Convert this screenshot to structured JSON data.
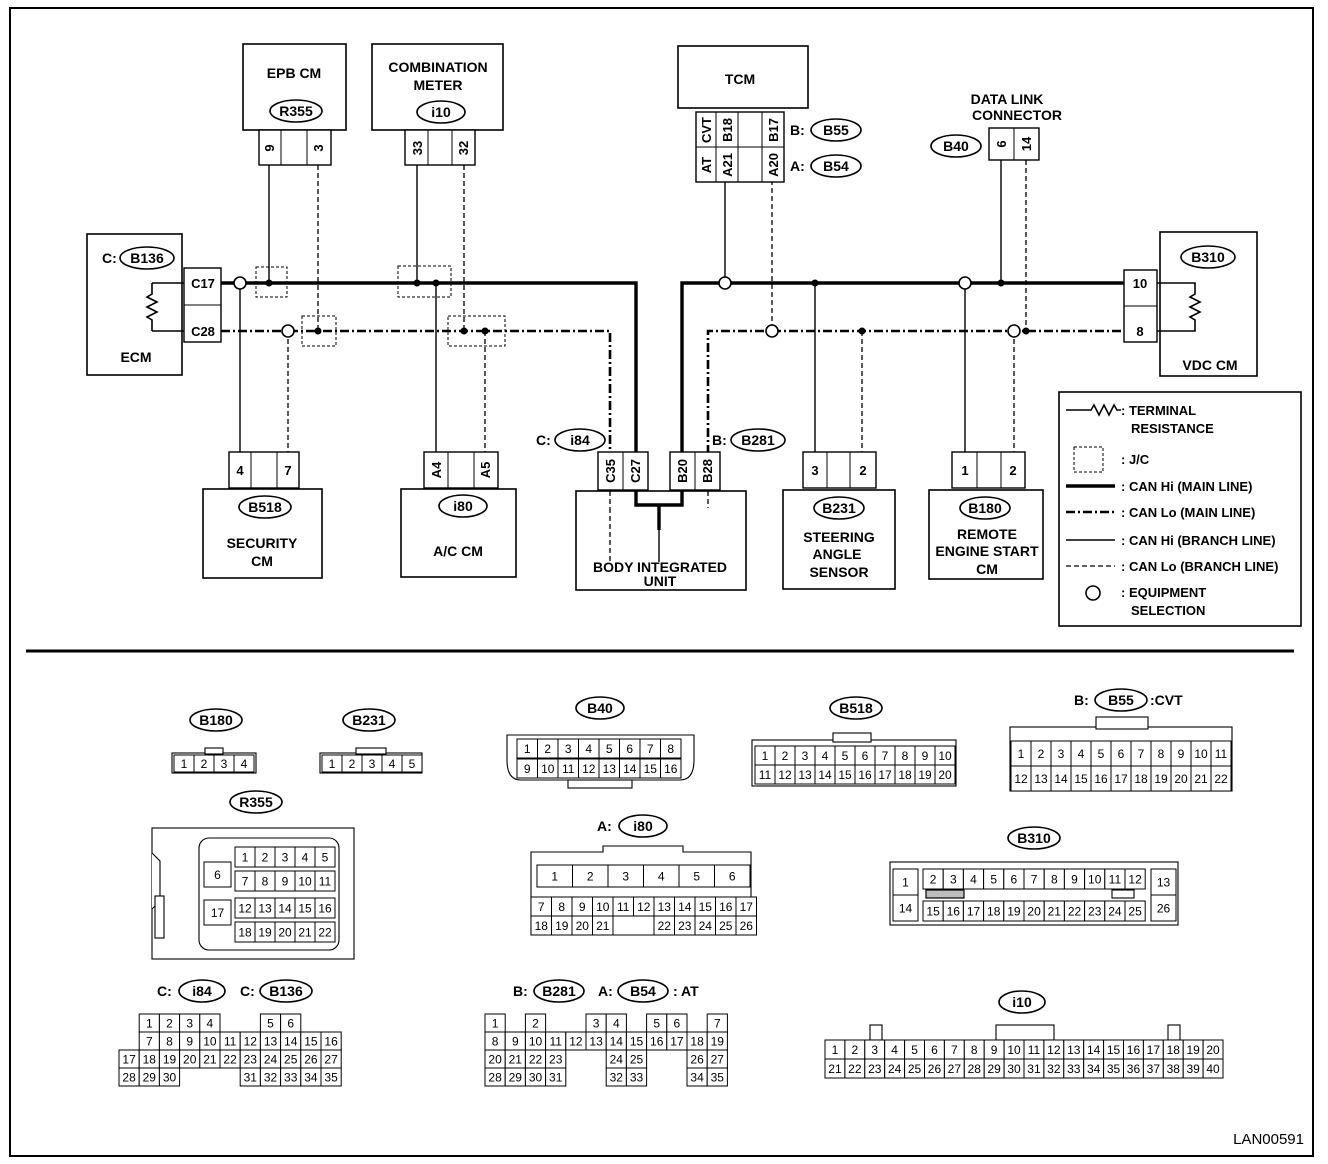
{
  "upper": {
    "epb": {
      "name": "EPB CM",
      "conn": "R355",
      "pins": [
        "9",
        "3"
      ]
    },
    "meter": {
      "name1": "COMBINATION",
      "name2": "METER",
      "conn": "i10",
      "pins": [
        "33",
        "32"
      ]
    },
    "tcm": {
      "name": "TCM",
      "row_top": [
        "CVT",
        "B18",
        "B17"
      ],
      "row_bot": [
        "AT",
        "A21",
        "A20"
      ],
      "connB_prefix": "B:",
      "connB": "B55",
      "connA_prefix": "A:",
      "connA": "B54"
    },
    "dlc": {
      "name1": "DATA LINK",
      "name2": "CONNECTOR",
      "conn": "B40",
      "pins": [
        "6",
        "14"
      ]
    },
    "ecm": {
      "prefix": "C:",
      "conn": "B136",
      "name": "ECM",
      "pins": [
        "C17",
        "C28"
      ]
    },
    "vdc": {
      "conn": "B310",
      "name": "VDC CM",
      "pins": [
        "10",
        "8"
      ]
    },
    "security": {
      "conn": "B518",
      "name1": "SECURITY",
      "name2": "CM",
      "pins": [
        "4",
        "7"
      ]
    },
    "ac": {
      "conn": "i80",
      "name": "A/C CM",
      "pins": [
        "A4",
        "A5"
      ]
    },
    "biu": {
      "prefixC": "C:",
      "connC": "i84",
      "prefixB": "B:",
      "connB": "B281",
      "name1": "BODY INTEGRATED",
      "name2": "UNIT",
      "pins": [
        "C35",
        "C27",
        "B20",
        "B28"
      ]
    },
    "steer": {
      "conn": "B231",
      "name1": "STEERING",
      "name2": "ANGLE",
      "name3": "SENSOR",
      "pins": [
        "3",
        "2"
      ]
    },
    "remote": {
      "conn": "B180",
      "name1": "REMOTE",
      "name2": "ENGINE START",
      "name3": "CM",
      "pins": [
        "1",
        "2"
      ]
    }
  },
  "legend": {
    "terminal1": ": TERMINAL",
    "terminal2": "RESISTANCE",
    "jc": ": J/C",
    "canhi_main": ": CAN Hi (MAIN LINE)",
    "canlo_main": ": CAN Lo (MAIN LINE)",
    "canhi_branch": ": CAN Hi (BRANCH LINE)",
    "canlo_branch": ": CAN Lo (BRANCH LINE)",
    "equip1": ": EQUIPMENT",
    "equip2": "SELECTION"
  },
  "faces": {
    "b180": {
      "label": "B180",
      "cells": [
        "1",
        "2",
        "3",
        "4"
      ]
    },
    "b231": {
      "label": "B231",
      "cells": [
        "1",
        "2",
        "3",
        "4",
        "5"
      ]
    },
    "b40": {
      "label": "B40",
      "row1": [
        "1",
        "2",
        "3",
        "4",
        "5",
        "6",
        "7",
        "8"
      ],
      "row2": [
        "9",
        "10",
        "11",
        "12",
        "13",
        "14",
        "15",
        "16"
      ]
    },
    "b518": {
      "label": "B518",
      "row1": [
        "1",
        "2",
        "3",
        "4",
        "5",
        "6",
        "7",
        "8",
        "9",
        "10"
      ],
      "row2": [
        "11",
        "12",
        "13",
        "14",
        "15",
        "16",
        "17",
        "18",
        "19",
        "20"
      ]
    },
    "b55": {
      "prefix": "B:",
      "label": "B55",
      "suffix": ":CVT",
      "row1": [
        "1",
        "2",
        "3",
        "4",
        "5",
        "6",
        "7",
        "8",
        "9",
        "10",
        "11"
      ],
      "row2": [
        "12",
        "13",
        "14",
        "15",
        "16",
        "17",
        "18",
        "19",
        "20",
        "21",
        "22"
      ]
    },
    "r355": {
      "label": "R355",
      "side": [
        "6",
        "17"
      ],
      "row1": [
        "1",
        "2",
        "3",
        "4",
        "5"
      ],
      "row2": [
        "7",
        "8",
        "9",
        "10",
        "11"
      ],
      "row3": [
        "12",
        "13",
        "14",
        "15",
        "16"
      ],
      "row4": [
        "18",
        "19",
        "20",
        "21",
        "22"
      ]
    },
    "i80": {
      "prefix": "A:",
      "label": "i80",
      "row1": [
        "1",
        "2",
        "3",
        "4",
        "5",
        "6"
      ],
      "row2": [
        "7",
        "8",
        "9",
        "10",
        "11",
        "12",
        "13",
        "14",
        "15",
        "16",
        "17"
      ],
      "row3": [
        "18",
        "19",
        "20",
        "21",
        "22",
        "23",
        "24",
        "25",
        "26"
      ]
    },
    "b310": {
      "label": "B310",
      "left": [
        "1",
        "14"
      ],
      "right": [
        "13",
        "26"
      ],
      "row1": [
        "2",
        "3",
        "4",
        "5",
        "6",
        "7",
        "8",
        "9",
        "10",
        "11",
        "12"
      ],
      "row2": [
        "15",
        "16",
        "17",
        "18",
        "19",
        "20",
        "21",
        "22",
        "23",
        "24",
        "25"
      ]
    },
    "i84": {
      "prefixC": "C:",
      "label": "i84",
      "prefixC2": "C:",
      "label2": "B136",
      "row1": [
        "1",
        "2",
        "3",
        "4",
        "5",
        "6"
      ],
      "row2": [
        "7",
        "8",
        "9",
        "10",
        "11",
        "12",
        "13",
        "14",
        "15",
        "16"
      ],
      "row3": [
        "17",
        "18",
        "19",
        "20",
        "21",
        "22",
        "23",
        "24",
        "25",
        "26",
        "27"
      ],
      "row4": [
        "28",
        "29",
        "30",
        "31",
        "32",
        "33",
        "34",
        "35"
      ]
    },
    "b281": {
      "prefixB": "B:",
      "label": "B281",
      "prefixA": "A:",
      "label2": "B54",
      "suffix": ": AT",
      "row1": [
        "1",
        "2",
        "3",
        "4",
        "5",
        "6",
        "7"
      ],
      "row2": [
        "8",
        "9",
        "10",
        "11",
        "12",
        "13",
        "14",
        "15",
        "16",
        "17",
        "18",
        "19"
      ],
      "row3": [
        "20",
        "21",
        "22",
        "23",
        "24",
        "25",
        "26",
        "27"
      ],
      "row4": [
        "28",
        "29",
        "30",
        "31",
        "32",
        "33",
        "34",
        "35"
      ]
    },
    "i10": {
      "label": "i10",
      "row1": [
        "1",
        "2",
        "3",
        "4",
        "5",
        "6",
        "7",
        "8",
        "9",
        "10",
        "11",
        "12",
        "13",
        "14",
        "15",
        "16",
        "17",
        "18",
        "19",
        "20"
      ],
      "row2": [
        "21",
        "22",
        "23",
        "24",
        "25",
        "26",
        "27",
        "28",
        "29",
        "30",
        "31",
        "32",
        "33",
        "34",
        "35",
        "36",
        "37",
        "38",
        "39",
        "40"
      ]
    }
  },
  "footer": {
    "code": "LAN00591"
  }
}
